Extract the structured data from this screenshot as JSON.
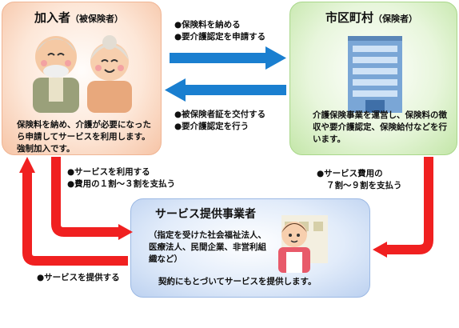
{
  "member": {
    "title": "加入者",
    "subtitle": "（被保険者）",
    "description": "保険料を納め、介護が必要になったら申請してサービスを利用します。強制加入です。"
  },
  "city": {
    "title": "市区町村",
    "subtitle": "（保険者）",
    "description": "介護保険事業を運営し、保険料の徴収や要介護認定、保険給付などを行います。"
  },
  "provider": {
    "title": "サービス提供事業者",
    "note": "（指定を受けた社会福祉法人、医療法人、民間企業、非営利組織など）",
    "description": "契約にもとづいてサービスを提供します。"
  },
  "flows": {
    "member_to_city": [
      "●保険料を納める",
      "●要介護認定を申請する"
    ],
    "city_to_member": [
      "●被保険者証を交付する",
      "●要介護認定を行う"
    ],
    "member_to_provider": [
      "●サービスを利用する",
      "●費用の１割～３割を支払う"
    ],
    "city_to_provider": [
      "●サービス費用の",
      "７割～９割を支払う"
    ],
    "provider_to_member": "●サービスを提供する"
  },
  "colors": {
    "blue_arrow": "#1a7fd0",
    "red_arrow": "#f02020",
    "member_box": "#fde7d8",
    "city_box": "#e8f6dc",
    "provider_box": "#e2ecfa"
  },
  "icons": [
    "elderly-couple-illustration",
    "office-building-illustration",
    "caregiver-illustration"
  ]
}
